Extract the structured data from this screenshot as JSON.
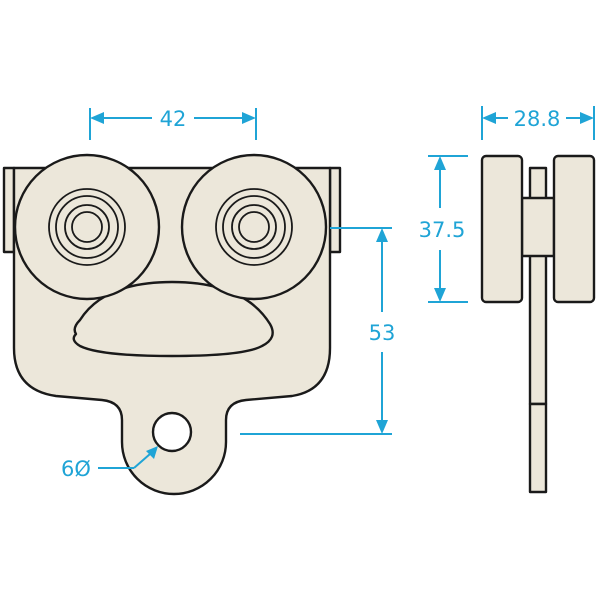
{
  "dimensions": {
    "width_top": "42",
    "depth": "28.8",
    "wheel_height": "37.5",
    "height_to_hole": "53",
    "hole_diameter": "6Ø"
  },
  "colors": {
    "dimension": "#1fa4d6",
    "outline": "#1a1a1a",
    "fill": "#ece7da"
  }
}
